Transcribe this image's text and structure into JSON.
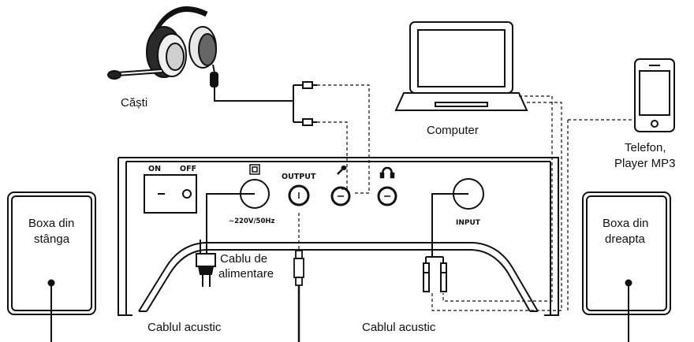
{
  "labels": {
    "headphones": "Căști",
    "computer": "Computer",
    "phone_line1": "Telefon,",
    "phone_line2": "Player MP3",
    "speaker_left_line1": "Boxa din",
    "speaker_left_line2": "stânga",
    "speaker_right_line1": "Boxa din",
    "speaker_right_line2": "dreapta",
    "power_cable_line1": "Cablu de",
    "power_cable_line2": "alimentare",
    "acoustic_cable_left": "Cablul acustic",
    "acoustic_cable_right": "Cablul acustic"
  },
  "panel": {
    "on": "ON",
    "off": "OFF",
    "output": "OUTPUT",
    "input": "INPUT",
    "voltage": "~220V/50Hz"
  },
  "icons": {
    "square": "square-icon",
    "microphone": "microphone-icon",
    "headphones": "headphones-icon"
  },
  "colors": {
    "line": "#111111",
    "background": "#ffffff"
  }
}
